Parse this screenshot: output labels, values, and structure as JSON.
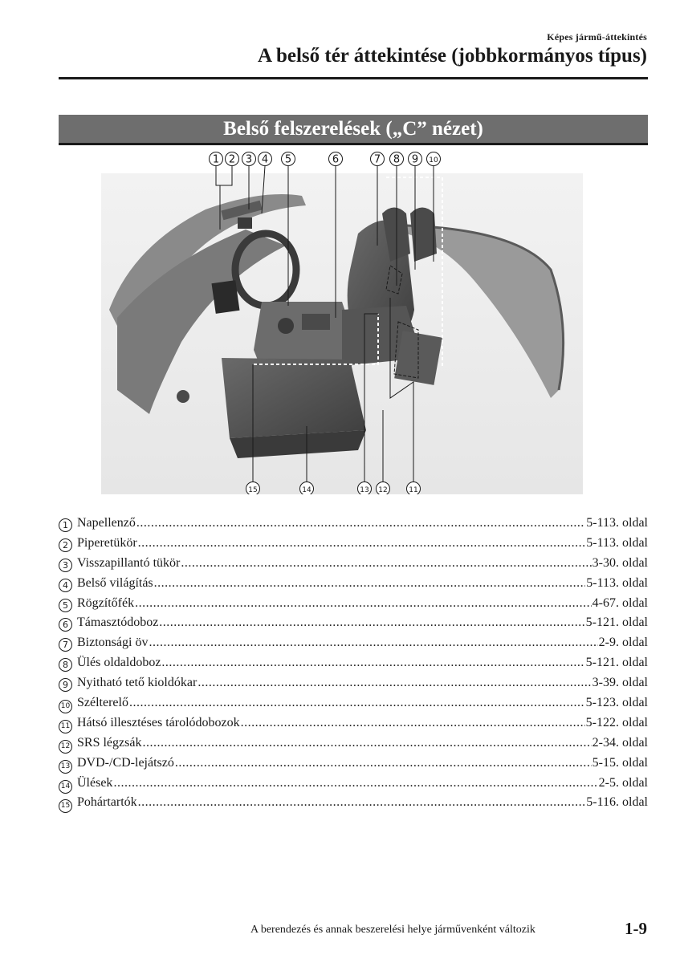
{
  "header": {
    "section": "Képes jármű-áttekintés",
    "title": "A belső tér áttekintése (jobbkormányos típus)"
  },
  "banner": {
    "title": "Belső felszerelések („C” nézet)"
  },
  "figure": {
    "callouts_top": [
      "①",
      "②",
      "③",
      "④",
      "⑤",
      "⑥",
      "⑦",
      "⑧",
      "⑨",
      "⑩"
    ],
    "callouts_bottom": [
      "⑮",
      "⑭",
      "⑬",
      "⑫",
      "⑪"
    ]
  },
  "legend": [
    {
      "num": "1",
      "name": "Napellenző",
      "page": "5-113. oldal"
    },
    {
      "num": "2",
      "name": "Piperetükör",
      "page": "5-113. oldal"
    },
    {
      "num": "3",
      "name": "Visszapillantó tükör",
      "page": "3-30. oldal"
    },
    {
      "num": "4",
      "name": "Belső világítás",
      "page": "5-113. oldal"
    },
    {
      "num": "5",
      "name": "Rögzítőfék",
      "page": "4-67. oldal"
    },
    {
      "num": "6",
      "name": "Támasztódoboz",
      "page": "5-121. oldal"
    },
    {
      "num": "7",
      "name": "Biztonsági öv",
      "page": "2-9. oldal"
    },
    {
      "num": "8",
      "name": "Ülés oldaldoboz",
      "page": "5-121. oldal"
    },
    {
      "num": "9",
      "name": "Nyitható tető kioldókar",
      "page": "3-39. oldal"
    },
    {
      "num": "10",
      "name": "Szélterelő",
      "page": "5-123. oldal"
    },
    {
      "num": "11",
      "name": "Hátsó illesztéses tárolódobozok",
      "page": "5-122. oldal"
    },
    {
      "num": "12",
      "name": "SRS légzsák",
      "page": "2-34. oldal"
    },
    {
      "num": "13",
      "name": "DVD-/CD-lejátszó",
      "page": "5-15. oldal"
    },
    {
      "num": "14",
      "name": "Ülések",
      "page": "2-5. oldal"
    },
    {
      "num": "15",
      "name": "Pohártartók",
      "page": "5-116. oldal"
    }
  ],
  "footer": {
    "note": "A berendezés és annak beszerelési helye járművenként változik",
    "page_number": "1-9"
  }
}
